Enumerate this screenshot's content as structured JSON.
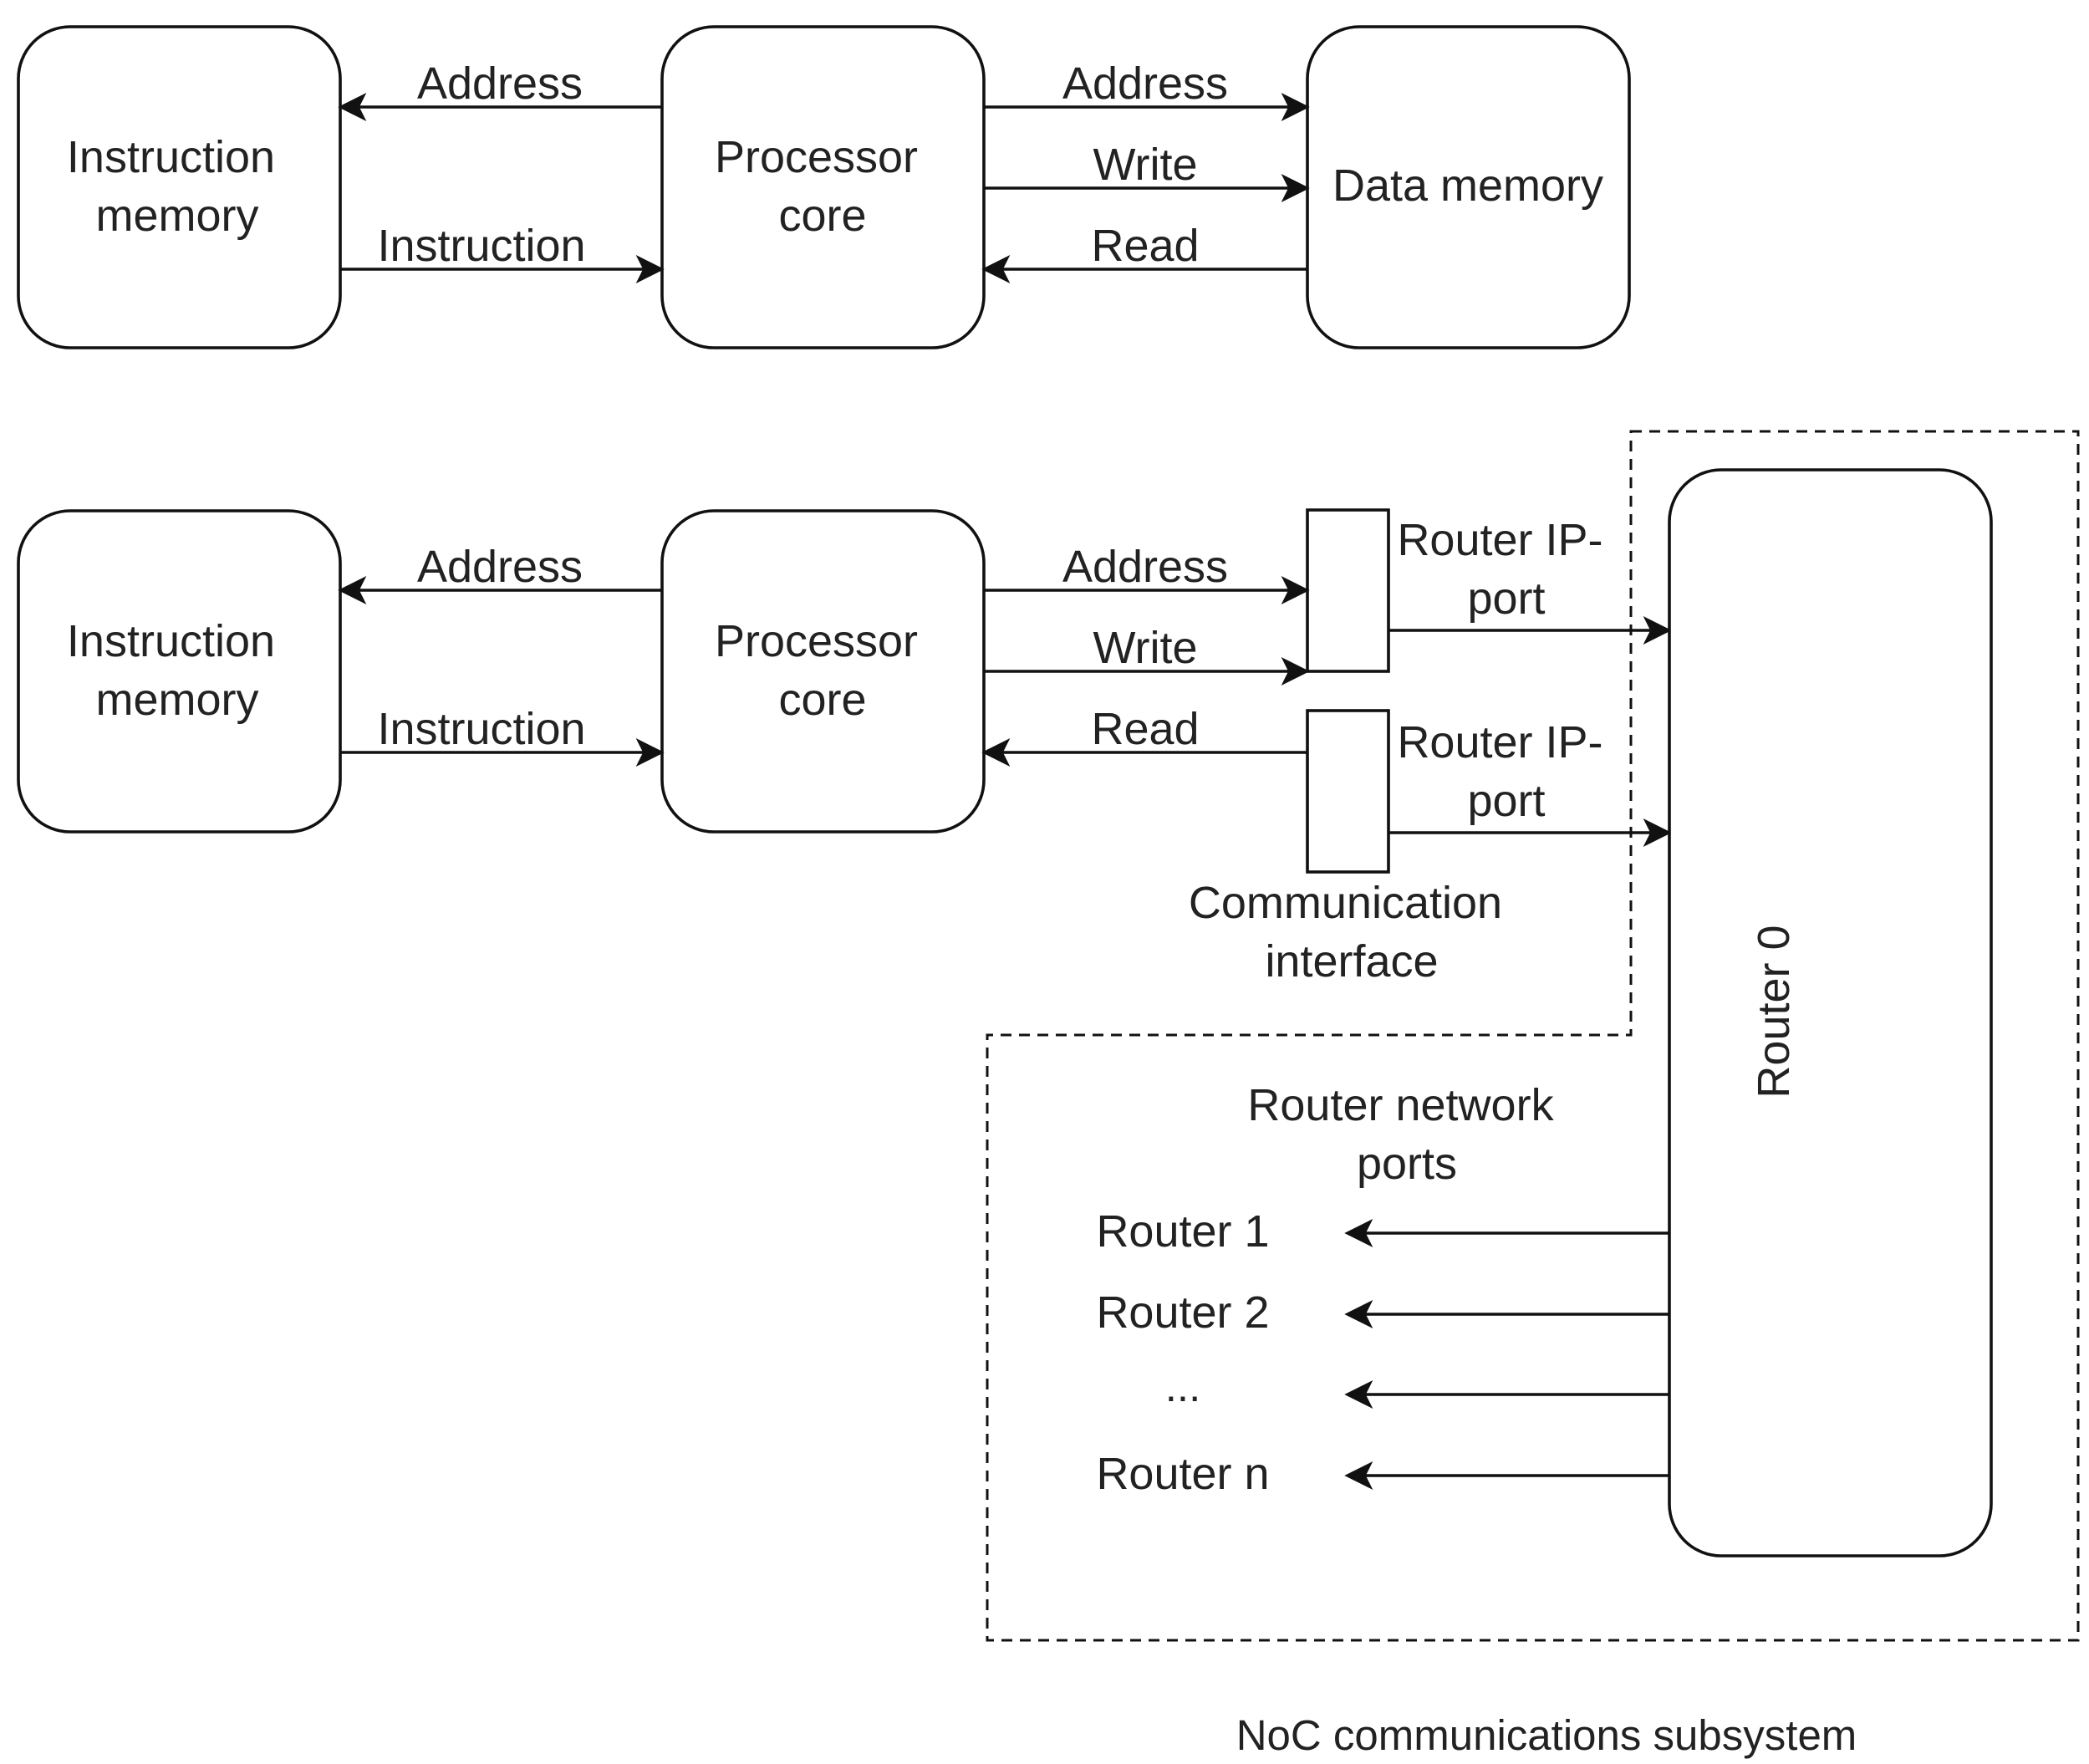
{
  "blocks": {
    "imem_top": [
      "Instruction",
      "memory"
    ],
    "core_top": [
      "Processor",
      "core"
    ],
    "dmem": "Data memory",
    "imem_bot": [
      "Instruction",
      "memory"
    ],
    "core_bot": [
      "Processor",
      "core"
    ],
    "router0": "Router 0"
  },
  "signals": {
    "address": "Address",
    "instruction": "Instruction",
    "write": "Write",
    "read": "Read"
  },
  "router_ip_port": [
    "Router IP-",
    "port"
  ],
  "comm_interface": [
    "Communication",
    "interface"
  ],
  "network_ports_label": [
    "Router network",
    "ports"
  ],
  "network_ports": [
    "Router 1",
    "Router 2",
    "...",
    "Router n"
  ],
  "subsystem_caption": "NoC communications subsystem"
}
